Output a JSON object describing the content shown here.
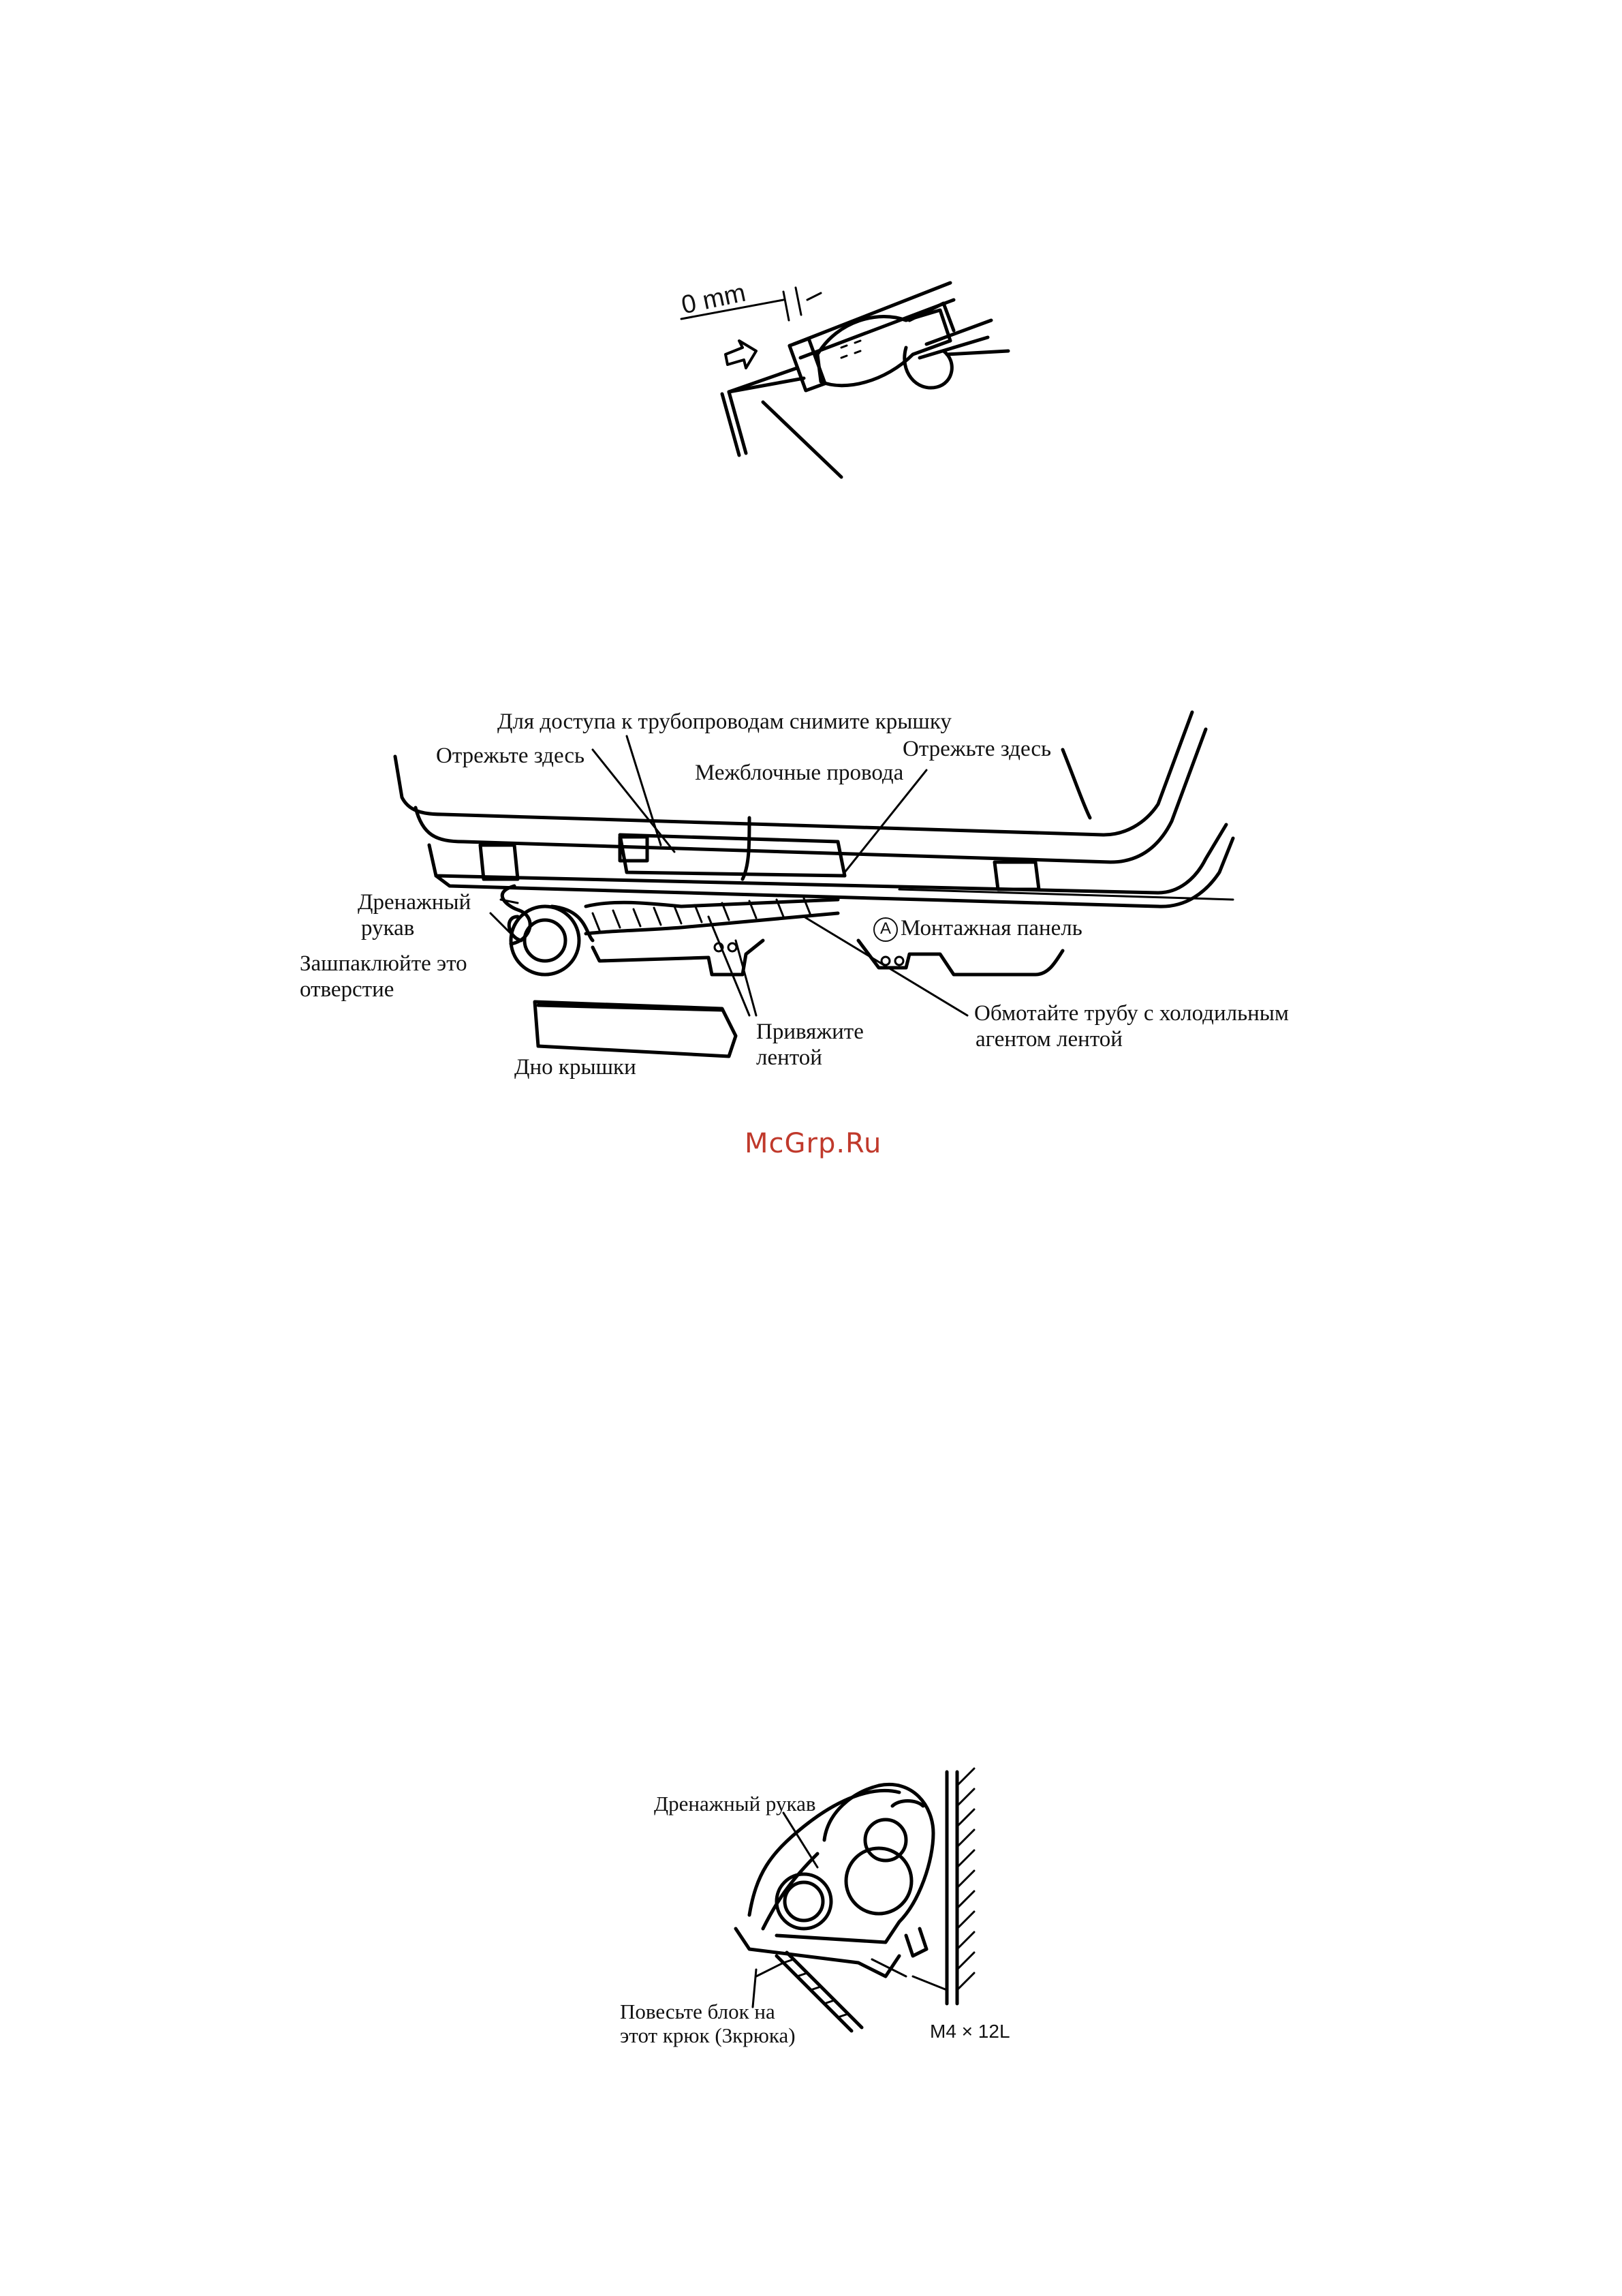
{
  "figure1": {
    "dimension_label": "0 mm"
  },
  "figure2": {
    "label_access": "Для доступа к трубопроводам снимите крышку",
    "label_cut_left": "Отрежьте здесь",
    "label_cut_right": "Отрежьте здесь",
    "label_interunit_wires": "Межблочные провода",
    "label_drain_hose_1": "Дренажный",
    "label_drain_hose_2": "рукав",
    "label_putty_1": "Зашпаклюйте это",
    "label_putty_2": "отверстие",
    "label_mount_marker": "A",
    "label_mount_panel": "Монтажная панель",
    "label_tie_tape_1": "Привяжите",
    "label_tie_tape_2": "лентой",
    "label_wrap_pipe_1": "Обмотайте трубу с холодильным",
    "label_wrap_pipe_2": "агентом лентой",
    "label_cover_bottom": "Дно крышки"
  },
  "watermark": "McGrp.Ru",
  "figure3": {
    "label_drain_hose": "Дренажный рукав",
    "label_hang_1": "Повесьте блок на",
    "label_hang_2": "этот крюк (3крюка)",
    "label_screw": "M4 × 12L"
  }
}
